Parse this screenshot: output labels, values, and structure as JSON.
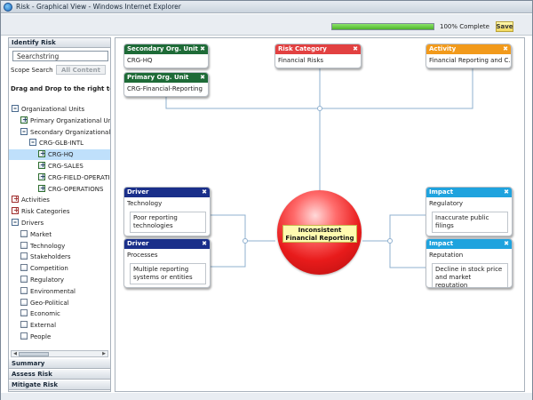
{
  "window": {
    "title": "Risk - Graphical View - Windows Internet Explorer"
  },
  "toolbar": {
    "progress": 1.0,
    "progress_label": "100% Complete",
    "save_label": "Save"
  },
  "left_panel": {
    "header": "Identify Risk",
    "search_value": "Searchstring",
    "scope_label": "Scope Search",
    "scope_button": "All Content",
    "instruction": "Drag and Drop to the right to add",
    "tree": [
      {
        "label": "Organizational Units",
        "indent": 0,
        "icon": "minus"
      },
      {
        "label": "Primary Organizational Unit",
        "indent": 1,
        "icon": "plus-green"
      },
      {
        "label": "Secondary Organizational Unit",
        "indent": 1,
        "icon": "minus"
      },
      {
        "label": "CRG-GLB-INTL",
        "indent": 2,
        "icon": "minus"
      },
      {
        "label": "CRG-HQ",
        "indent": 3,
        "icon": "plus-green",
        "selected": true
      },
      {
        "label": "CRG-SALES",
        "indent": 3,
        "icon": "plus-green"
      },
      {
        "label": "CRG-FIELD-OPERATIONS",
        "indent": 3,
        "icon": "plus-green"
      },
      {
        "label": "CRG-OPERATIONS",
        "indent": 3,
        "icon": "plus-green"
      },
      {
        "label": "Activities",
        "indent": 0,
        "icon": "plus-red"
      },
      {
        "label": "Risk Categories",
        "indent": 0,
        "icon": "plus-red"
      },
      {
        "label": "Drivers",
        "indent": 0,
        "icon": "minus"
      },
      {
        "label": "Market",
        "indent": 1,
        "icon": "doc"
      },
      {
        "label": "Technology",
        "indent": 1,
        "icon": "doc"
      },
      {
        "label": "Stakeholders",
        "indent": 1,
        "icon": "doc"
      },
      {
        "label": "Competition",
        "indent": 1,
        "icon": "doc"
      },
      {
        "label": "Regulatory",
        "indent": 1,
        "icon": "doc"
      },
      {
        "label": "Environmental",
        "indent": 1,
        "icon": "doc"
      },
      {
        "label": "Geo-Political",
        "indent": 1,
        "icon": "doc"
      },
      {
        "label": "Economic",
        "indent": 1,
        "icon": "doc"
      },
      {
        "label": "External",
        "indent": 1,
        "icon": "doc"
      },
      {
        "label": "People",
        "indent": 1,
        "icon": "doc"
      }
    ],
    "sections": [
      "Summary",
      "Assess Risk",
      "Mitigate Risk"
    ]
  },
  "canvas": {
    "center": {
      "label": "Inconsistent Financial Reporting"
    },
    "nodes": {
      "secondary_org": {
        "header": "Secondary Org. Unit",
        "value": "CRG-HQ"
      },
      "primary_org": {
        "header": "Primary Org. Unit",
        "value": "CRG-Financial-Reporting"
      },
      "risk_category": {
        "header": "Risk Category",
        "value": "Financial Risks"
      },
      "activity": {
        "header": "Activity",
        "value": "Financial Reporting and C..."
      },
      "driver1": {
        "header": "Driver",
        "value": "Technology",
        "detail": "Poor reporting technologies"
      },
      "driver2": {
        "header": "Driver",
        "value": "Processes",
        "detail": "Multiple reporting systems or entities"
      },
      "impact1": {
        "header": "Impact",
        "value": "Regulatory",
        "detail": "Inaccurate public filings"
      },
      "impact2": {
        "header": "Impact",
        "value": "Reputation",
        "detail": "Decline in stock price and market reputation"
      }
    }
  },
  "colors": {
    "green": "#1e6b37",
    "red": "#e24141",
    "orange": "#f29a1b",
    "navy": "#1a2f8a",
    "cyan": "#1fa3de"
  }
}
